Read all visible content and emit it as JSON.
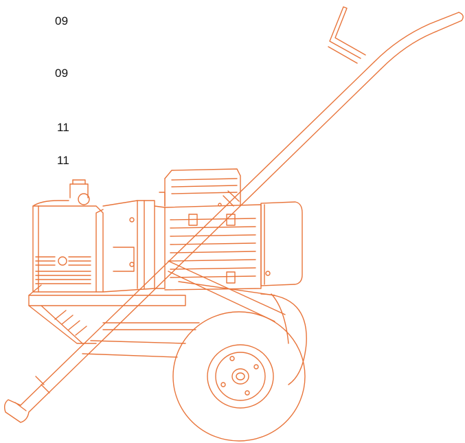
{
  "labels": [
    "09",
    "09",
    "11",
    "11"
  ],
  "illustration": {
    "icon": "pressure-washer-icon",
    "stroke_color": "#e8743a"
  }
}
